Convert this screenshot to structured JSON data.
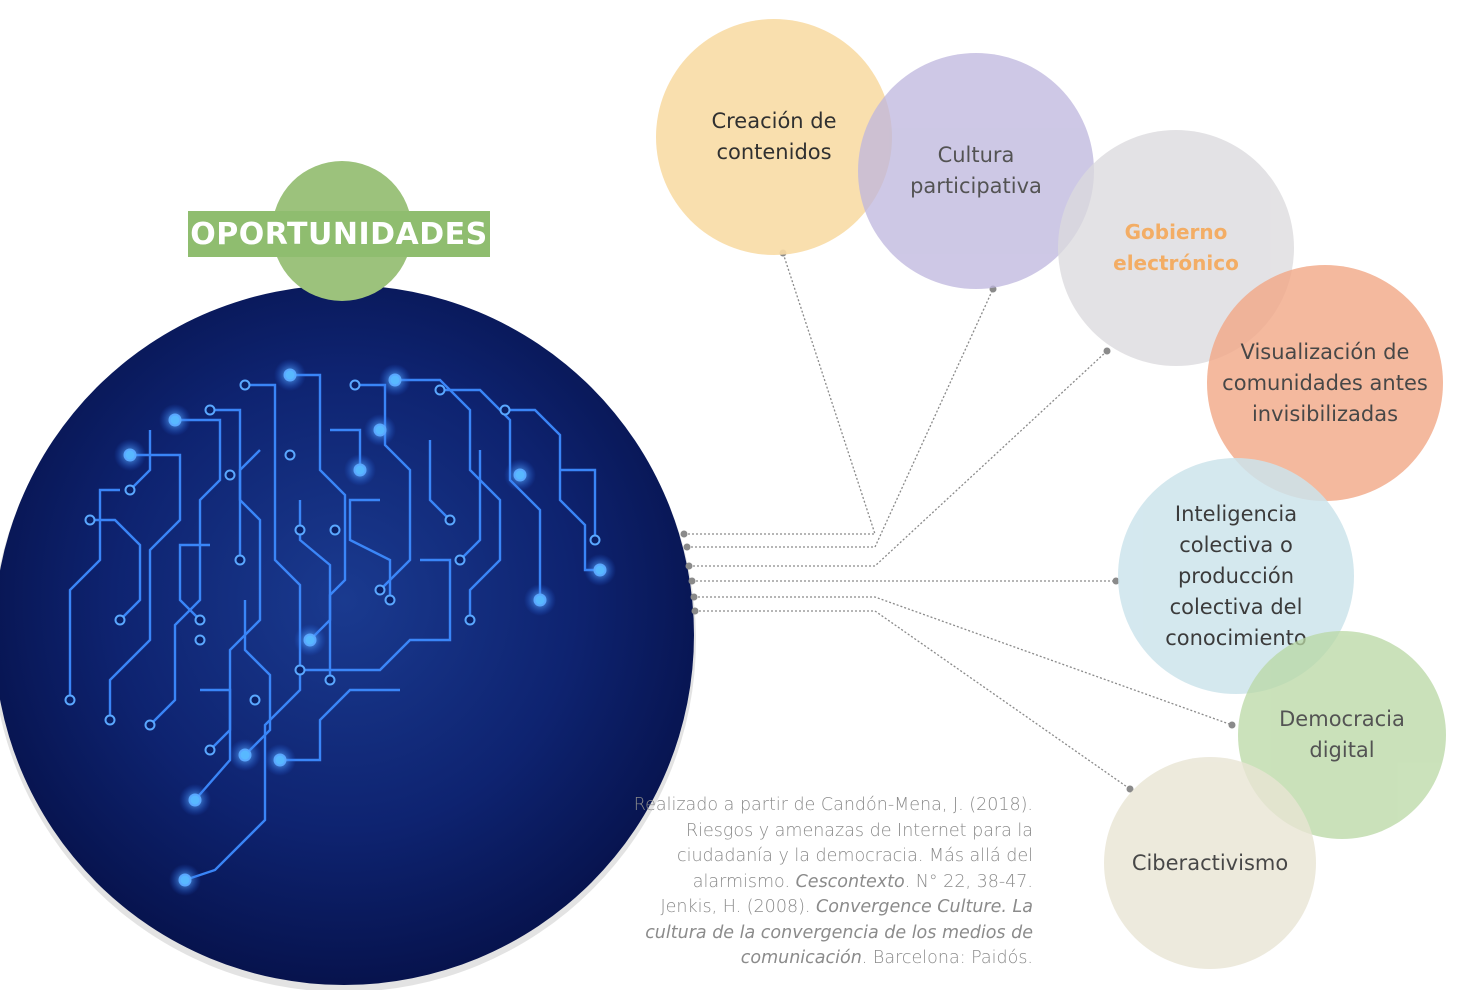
{
  "diagram": {
    "title": "OPORTUNIDADES",
    "nodes": [
      {
        "id": "creacion",
        "label": "Creación de contenidos",
        "color": "#f9dca6"
      },
      {
        "id": "cultura",
        "label": "Cultura participativa",
        "color": "#c7c1e2"
      },
      {
        "id": "gobierno",
        "label": "Gobierno electrónico",
        "color": "#e4e3e5",
        "text_color": "#f0973a"
      },
      {
        "id": "visualizacion",
        "label": "Visualización de comunidades antes invisibilizadas",
        "color": "#f4b397"
      },
      {
        "id": "inteligencia",
        "label": "Inteligencia colectiva o producción colectiva del conocimiento",
        "color": "#d2e6ee"
      },
      {
        "id": "democracia",
        "label": "Democracia digital",
        "color": "#c5dfb4"
      },
      {
        "id": "ciberactivismo",
        "label": "Ciberactivismo",
        "color": "#ece8da"
      }
    ],
    "connector_color": "#8a8a8a",
    "brain_color": "#1e5fe8"
  },
  "reference": {
    "line1": "Realizado a partir de Candón-Mena, J. (2018). Riesgos y amenazas de Internet para la ciudadanía y la democracia. Más allá del alarmismo. ",
    "journal": "Cescontexto",
    "line2": ". N° 22, 38-47. Jenkis, H. (2008). ",
    "book": "Convergence Culture. La cultura de la convergencia de los medios de comunicación",
    "line3": ". Barcelona: Paidós."
  }
}
